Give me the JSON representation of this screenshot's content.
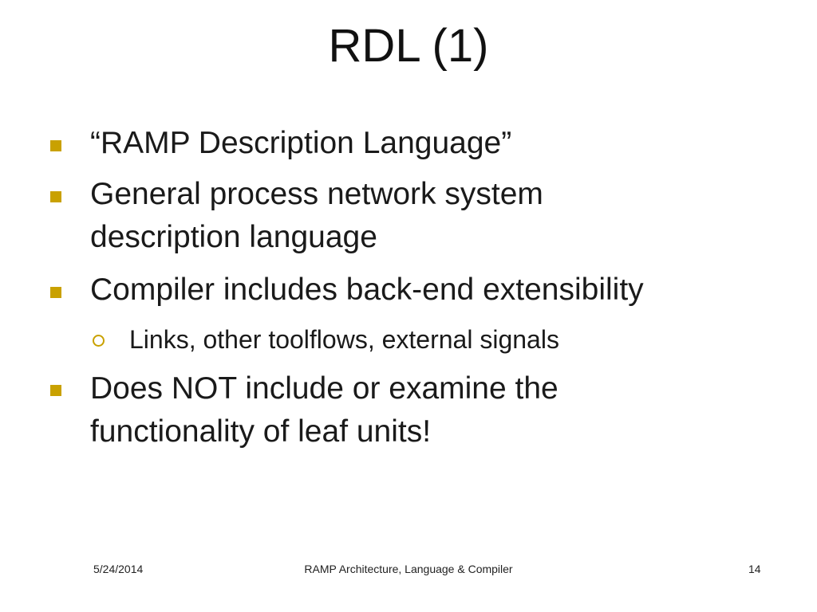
{
  "slide": {
    "title": "RDL (1)",
    "bullets": [
      {
        "lines": [
          "“RAMP Description Language”"
        ]
      },
      {
        "lines": [
          "General process network system",
          "description language"
        ]
      },
      {
        "lines": [
          "Compiler includes back-end extensibility"
        ]
      },
      {
        "lines": [
          "Does NOT include or examine the",
          "functionality of leaf units!"
        ]
      }
    ],
    "sub_bullets": [
      {
        "text": "Links, other toolflows, external signals"
      }
    ]
  },
  "footer": {
    "date": "5/24/2014",
    "center": "RAMP Architecture, Language & Compiler",
    "page_number": "14"
  },
  "colors": {
    "bullet_accent": "#c9a100",
    "text": "#1a1a1a"
  },
  "icons": {
    "bullet": "square-bullet-icon",
    "sub_bullet": "hollow-circle-bullet-icon"
  }
}
